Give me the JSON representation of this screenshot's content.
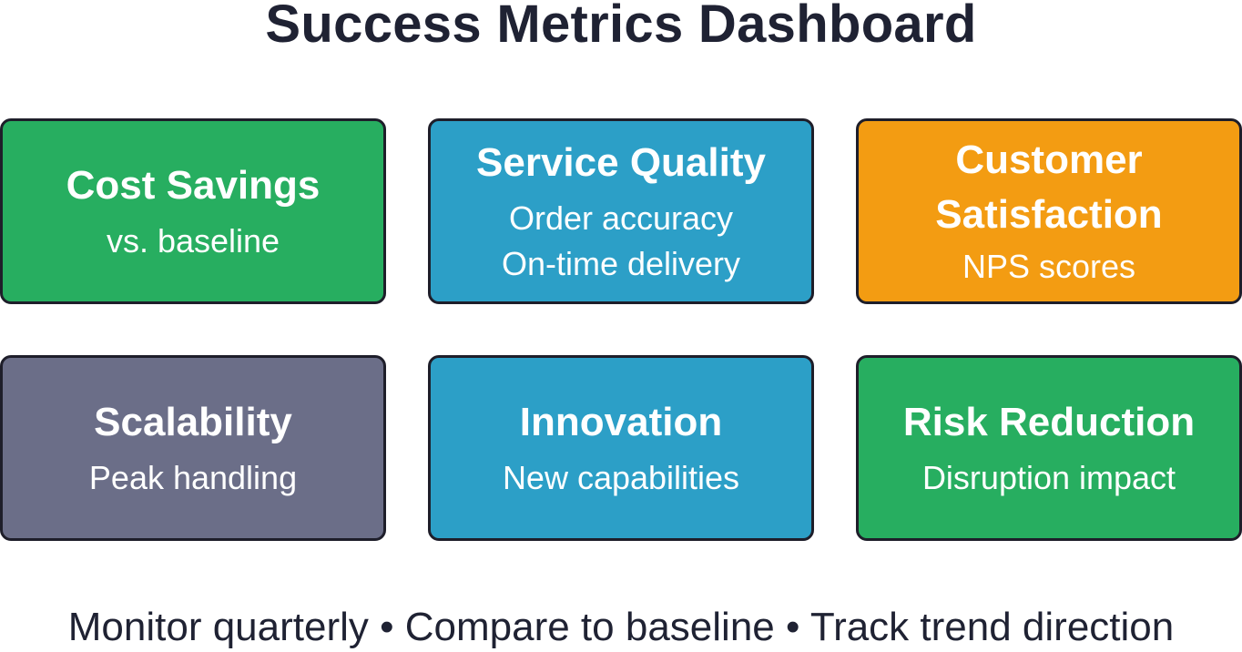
{
  "title": "Success Metrics Dashboard",
  "colors": {
    "green": "#27ae60",
    "blue": "#2c9fc7",
    "orange": "#f39c12",
    "slate": "#6b6e88",
    "border": "#1e1e2a",
    "text_dark": "#1f2233"
  },
  "cards": [
    {
      "heading": "Cost Savings",
      "lines": [
        "vs. baseline"
      ],
      "color": "#27ae60"
    },
    {
      "heading": "Service Quality",
      "lines": [
        "Order accuracy",
        "On-time delivery"
      ],
      "color": "#2c9fc7"
    },
    {
      "heading": "Customer Satisfaction",
      "lines": [
        "NPS scores"
      ],
      "color": "#f39c12"
    },
    {
      "heading": "Scalability",
      "lines": [
        "Peak handling"
      ],
      "color": "#6b6e88"
    },
    {
      "heading": "Innovation",
      "lines": [
        "New capabilities"
      ],
      "color": "#2c9fc7"
    },
    {
      "heading": "Risk Reduction",
      "lines": [
        "Disruption impact"
      ],
      "color": "#27ae60"
    }
  ],
  "footer": "Monitor quarterly • Compare to baseline • Track trend direction"
}
